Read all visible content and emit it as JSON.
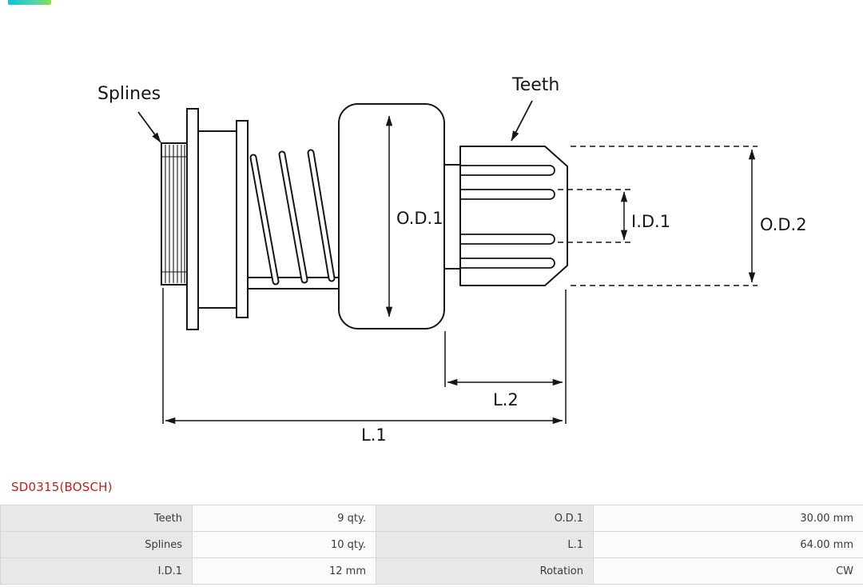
{
  "branding": {
    "logo_icon": "as-pl-logo-fragment"
  },
  "diagram": {
    "callouts": {
      "splines": "Splines",
      "teeth": "Teeth"
    },
    "dimensions": {
      "od1": "O.D.1",
      "id1": "I.D.1",
      "od2": "O.D.2",
      "l1": "L.1",
      "l2": "L.2"
    }
  },
  "part": {
    "number": "SD0315(BOSCH)"
  },
  "specs": {
    "rows": [
      {
        "c0": "Teeth",
        "c1": "9 qty.",
        "c2": "O.D.1",
        "c3": "30.00 mm"
      },
      {
        "c0": "Splines",
        "c1": "10 qty.",
        "c2": "L.1",
        "c3": "64.00 mm"
      },
      {
        "c0": "I.D.1",
        "c1": "12 mm",
        "c2": "Rotation",
        "c3": "CW"
      }
    ]
  },
  "colors": {
    "part_number_red": "#c21e1e",
    "label_cell_bg": "#e8e8e8",
    "value_cell_bg": "#fbfbfb",
    "table_border": "#d6d6d6",
    "line": "#161616",
    "logo_teal": "#10c3cb",
    "logo_green": "#8fdc4a"
  }
}
